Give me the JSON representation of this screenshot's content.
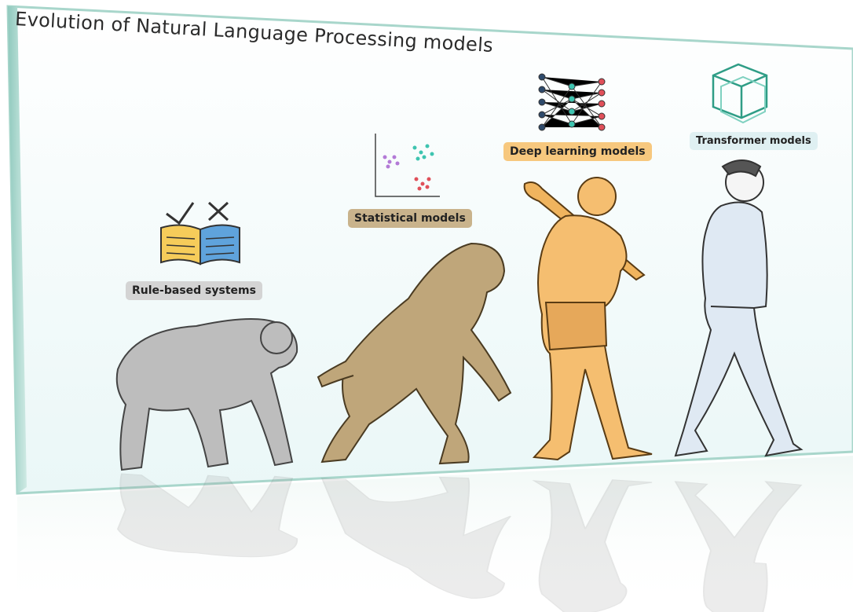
{
  "title": "Evolution of Natural Language Processing models",
  "stages": [
    {
      "label": "Rule-based systems",
      "figure": "chimpanzee",
      "icon": "book-check-cross-icon",
      "color": "#d4d4d4"
    },
    {
      "label": "Statistical models",
      "figure": "early-hominid",
      "icon": "scatter-plot-icon",
      "color": "#c9b38c"
    },
    {
      "label": "Deep learning models",
      "figure": "caveman-with-club",
      "icon": "neural-network-icon",
      "color": "#f7c87e"
    },
    {
      "label": "Transformer models",
      "figure": "modern-man-walking",
      "icon": "cube-icon",
      "color": "#dff0f2"
    }
  ]
}
